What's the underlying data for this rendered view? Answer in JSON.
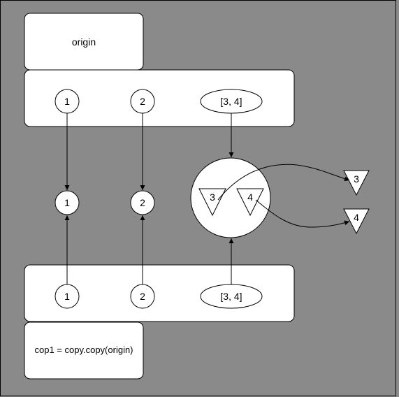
{
  "diagram": {
    "origin_label": "origin",
    "copy_label": "cop1 = copy.copy(origin)",
    "origin_row": {
      "a": "1",
      "b": "2",
      "list": "[3, 4]"
    },
    "shared": {
      "a": "1",
      "b": "2"
    },
    "inner_list": {
      "item_a": "3",
      "item_b": "4"
    },
    "external": {
      "a": "3",
      "b": "4"
    },
    "copy_row": {
      "a": "1",
      "b": "2",
      "list": "[3, 4]"
    }
  },
  "colors": {
    "background": "#8a8a8a",
    "box": "#ffffff",
    "stroke": "#000000"
  }
}
